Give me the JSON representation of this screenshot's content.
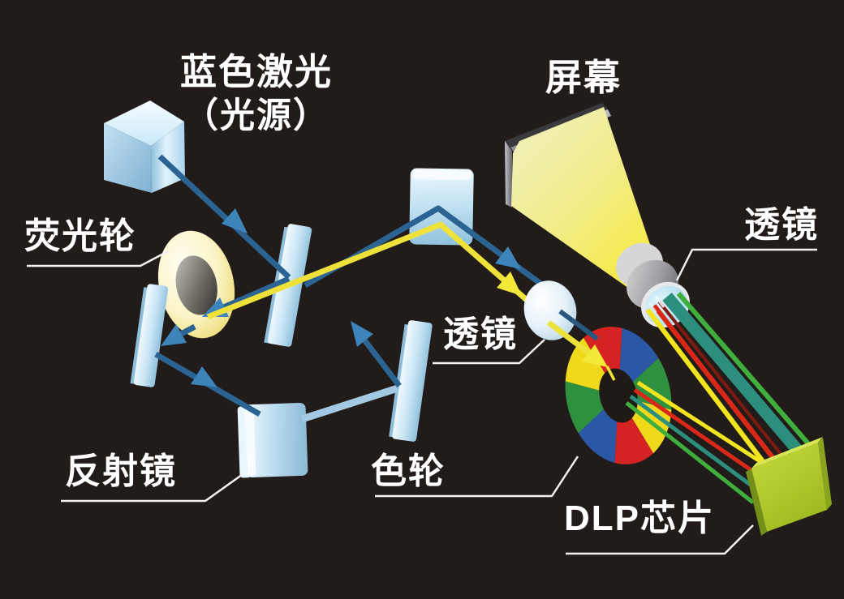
{
  "labels": {
    "laser": {
      "line1": "蓝色激光",
      "line2": "（光源）"
    },
    "screen": "屏幕",
    "phosphor_wheel": "荧光轮",
    "relay_lens": "透镜",
    "projection_lens": "透镜",
    "reflector": "反射镜",
    "color_wheel": "色轮",
    "dlp_chip": "DLP芯片"
  },
  "colors": {
    "background": "#211c19",
    "label_text": "#ffffff",
    "leader_line": "#f2f2f2",
    "beam_blue": "#2b6392",
    "beam_blue_arrow": "#3d84ba",
    "beam_blue_light": "#a4c9e2",
    "beam_yellow": "#eee23a",
    "glass_blue_light": "#d8eefb",
    "glass_blue_mid": "#9cc6e0",
    "phosphor_ring_yellow": "#f1e176",
    "phosphor_hub_gray": "#5a5650",
    "screen_beam_yellow": "#f6ec3c",
    "screen_frame_silver": "#c9c9cf",
    "projection_lens_gray": "#8f8f92",
    "lens_face_cyan": "#bfe5f2",
    "dlp_chip_green": "#b2cb2d",
    "color_wheel_segments": [
      "#d42322",
      "#2b57a7",
      "#2f9140",
      "#f0d91b"
    ],
    "split_beam_stripes": [
      "#f2e41f",
      "#d92718",
      "#7e1b10",
      "#2c8f7e",
      "#3fae3c"
    ]
  }
}
